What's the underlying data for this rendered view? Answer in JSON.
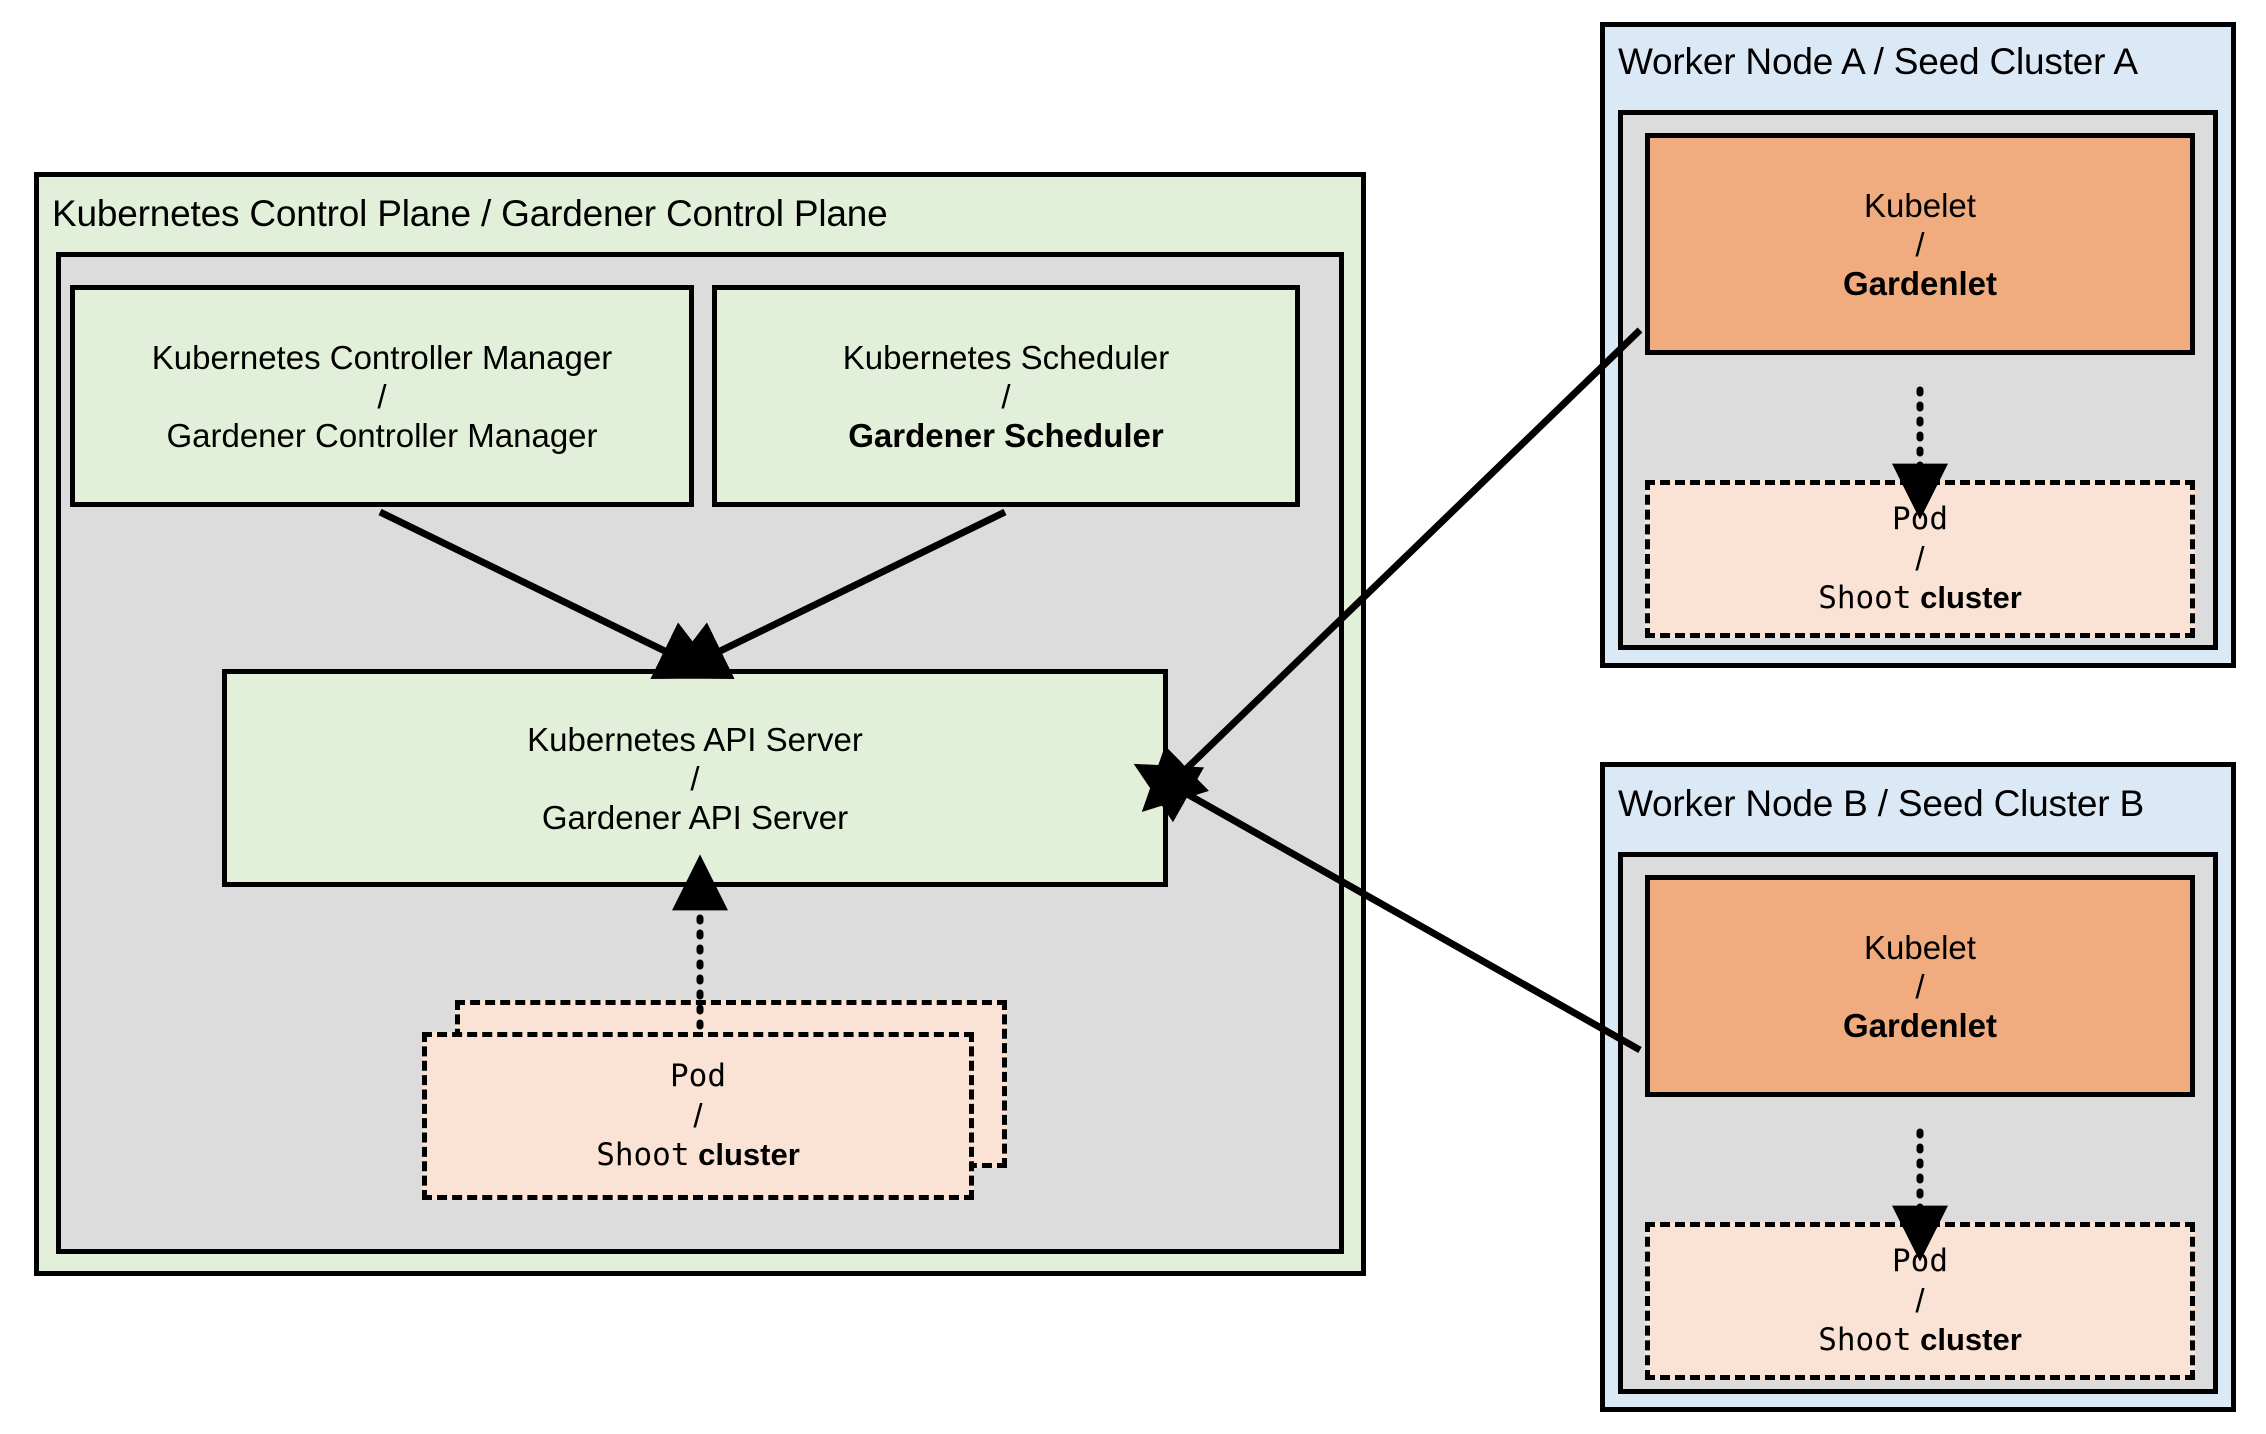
{
  "diagram": {
    "title_hidden": "Gardener architecture: control plane and seed clusters"
  },
  "control_plane": {
    "title": "Kubernetes Control Plane / Gardener Control Plane",
    "controller_manager": {
      "line1": "Kubernetes Controller Manager",
      "separator": "/",
      "line2": "Gardener Controller Manager"
    },
    "scheduler": {
      "line1": "Kubernetes Scheduler",
      "separator": "/",
      "line2": "Gardener Scheduler"
    },
    "api_server": {
      "line1": "Kubernetes API Server",
      "separator": "/",
      "line2": "Gardener API Server"
    },
    "pod": {
      "line1": "Pod",
      "separator": "/",
      "line2_mono": "Shoot",
      "line2_bold": "cluster"
    }
  },
  "worker_a": {
    "title": "Worker Node A / Seed Cluster A",
    "kubelet": {
      "line1": "Kubelet",
      "separator": "/",
      "line2": "Gardenlet"
    },
    "pod": {
      "line1": "Pod",
      "separator": "/",
      "line2_mono": "Shoot",
      "line2_bold": "cluster"
    }
  },
  "worker_b": {
    "title": "Worker Node B / Seed Cluster B",
    "kubelet": {
      "line1": "Kubelet",
      "separator": "/",
      "line2": "Gardenlet"
    },
    "pod": {
      "line1": "Pod",
      "separator": "/",
      "line2_mono": "Shoot",
      "line2_bold": "cluster"
    }
  },
  "colors": {
    "green_fill": "#e2efd9",
    "blue_fill": "#dbe8f5",
    "gray_fill": "#dcdcdc",
    "orange_fill": "#f0ac7e",
    "pod_fill": "#fae3d4",
    "stroke": "#000000"
  }
}
